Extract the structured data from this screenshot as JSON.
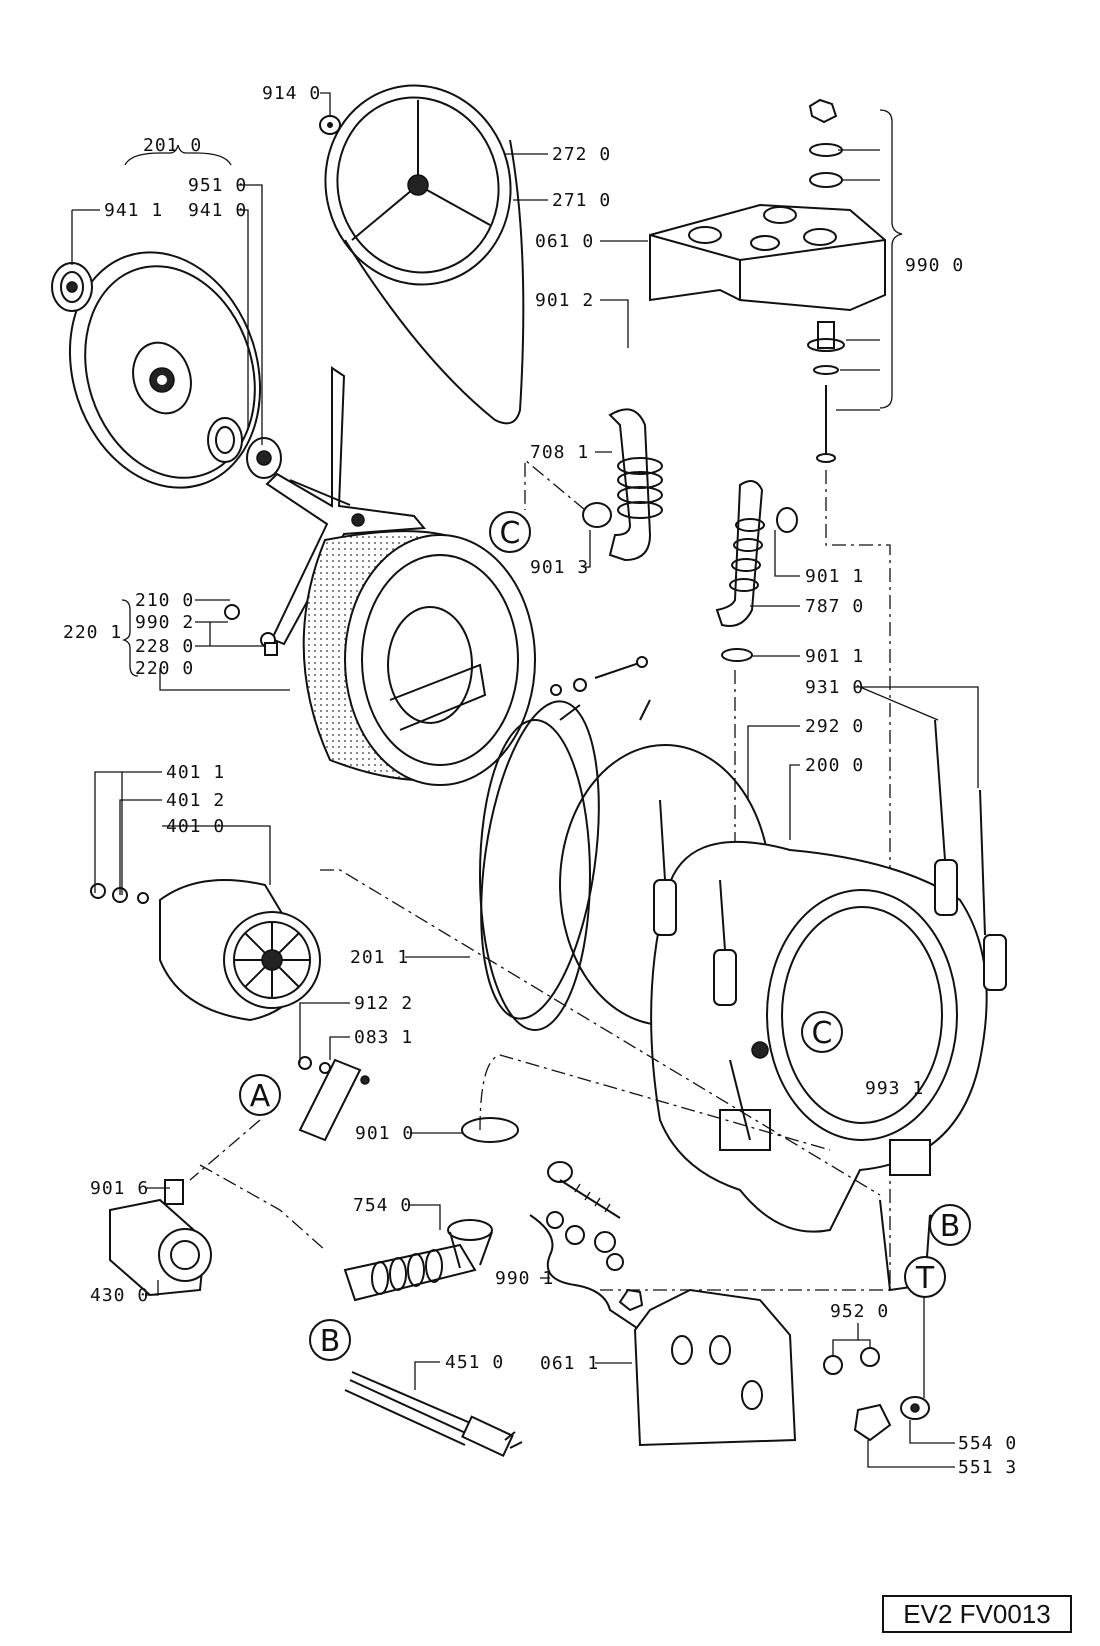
{
  "diagram": {
    "reference": "EV2 FV0013",
    "labels": [
      {
        "id": "l9140",
        "text": "914 0"
      },
      {
        "id": "l2010",
        "text": "201 0"
      },
      {
        "id": "l2720",
        "text": "272 0"
      },
      {
        "id": "l9510",
        "text": "951 0"
      },
      {
        "id": "l9411",
        "text": "941 1"
      },
      {
        "id": "l9410",
        "text": "941 0"
      },
      {
        "id": "l2710",
        "text": "271 0"
      },
      {
        "id": "l0610",
        "text": "061 0"
      },
      {
        "id": "l9900",
        "text": "990 0"
      },
      {
        "id": "l9012",
        "text": "901 2"
      },
      {
        "id": "l7081",
        "text": "708 1"
      },
      {
        "id": "l9013",
        "text": "901 3"
      },
      {
        "id": "l9011a",
        "text": "901 1"
      },
      {
        "id": "l7870",
        "text": "787 0"
      },
      {
        "id": "l2100",
        "text": "210 0"
      },
      {
        "id": "l9902",
        "text": "990 2"
      },
      {
        "id": "l2201",
        "text": "220 1"
      },
      {
        "id": "l2280",
        "text": "228 0"
      },
      {
        "id": "l2200",
        "text": "220 0"
      },
      {
        "id": "l9011b",
        "text": "901 1"
      },
      {
        "id": "l9310",
        "text": "931 0"
      },
      {
        "id": "l2920",
        "text": "292 0"
      },
      {
        "id": "l4011",
        "text": "401 1"
      },
      {
        "id": "l2000",
        "text": "200 0"
      },
      {
        "id": "l4012",
        "text": "401 2"
      },
      {
        "id": "l4010",
        "text": "401 0"
      },
      {
        "id": "l2011",
        "text": "201 1"
      },
      {
        "id": "l9122",
        "text": "912 2"
      },
      {
        "id": "l0831",
        "text": "083 1"
      },
      {
        "id": "l9931",
        "text": "993 1"
      },
      {
        "id": "l9010",
        "text": "901 0"
      },
      {
        "id": "l9016",
        "text": "901 6"
      },
      {
        "id": "l7540",
        "text": "754 0"
      },
      {
        "id": "l4300",
        "text": "430 0"
      },
      {
        "id": "l9901",
        "text": "990 1"
      },
      {
        "id": "l9520",
        "text": "952 0"
      },
      {
        "id": "l0611",
        "text": "061 1"
      },
      {
        "id": "l4510",
        "text": "451 0"
      },
      {
        "id": "l5540",
        "text": "554 0"
      },
      {
        "id": "l5513",
        "text": "551 3"
      }
    ],
    "callouts": [
      {
        "id": "cC1",
        "text": "C"
      },
      {
        "id": "cC2",
        "text": "C"
      },
      {
        "id": "cA",
        "text": "A"
      },
      {
        "id": "cB1",
        "text": "B"
      },
      {
        "id": "cB2",
        "text": "B"
      },
      {
        "id": "cT",
        "text": "T"
      }
    ]
  }
}
